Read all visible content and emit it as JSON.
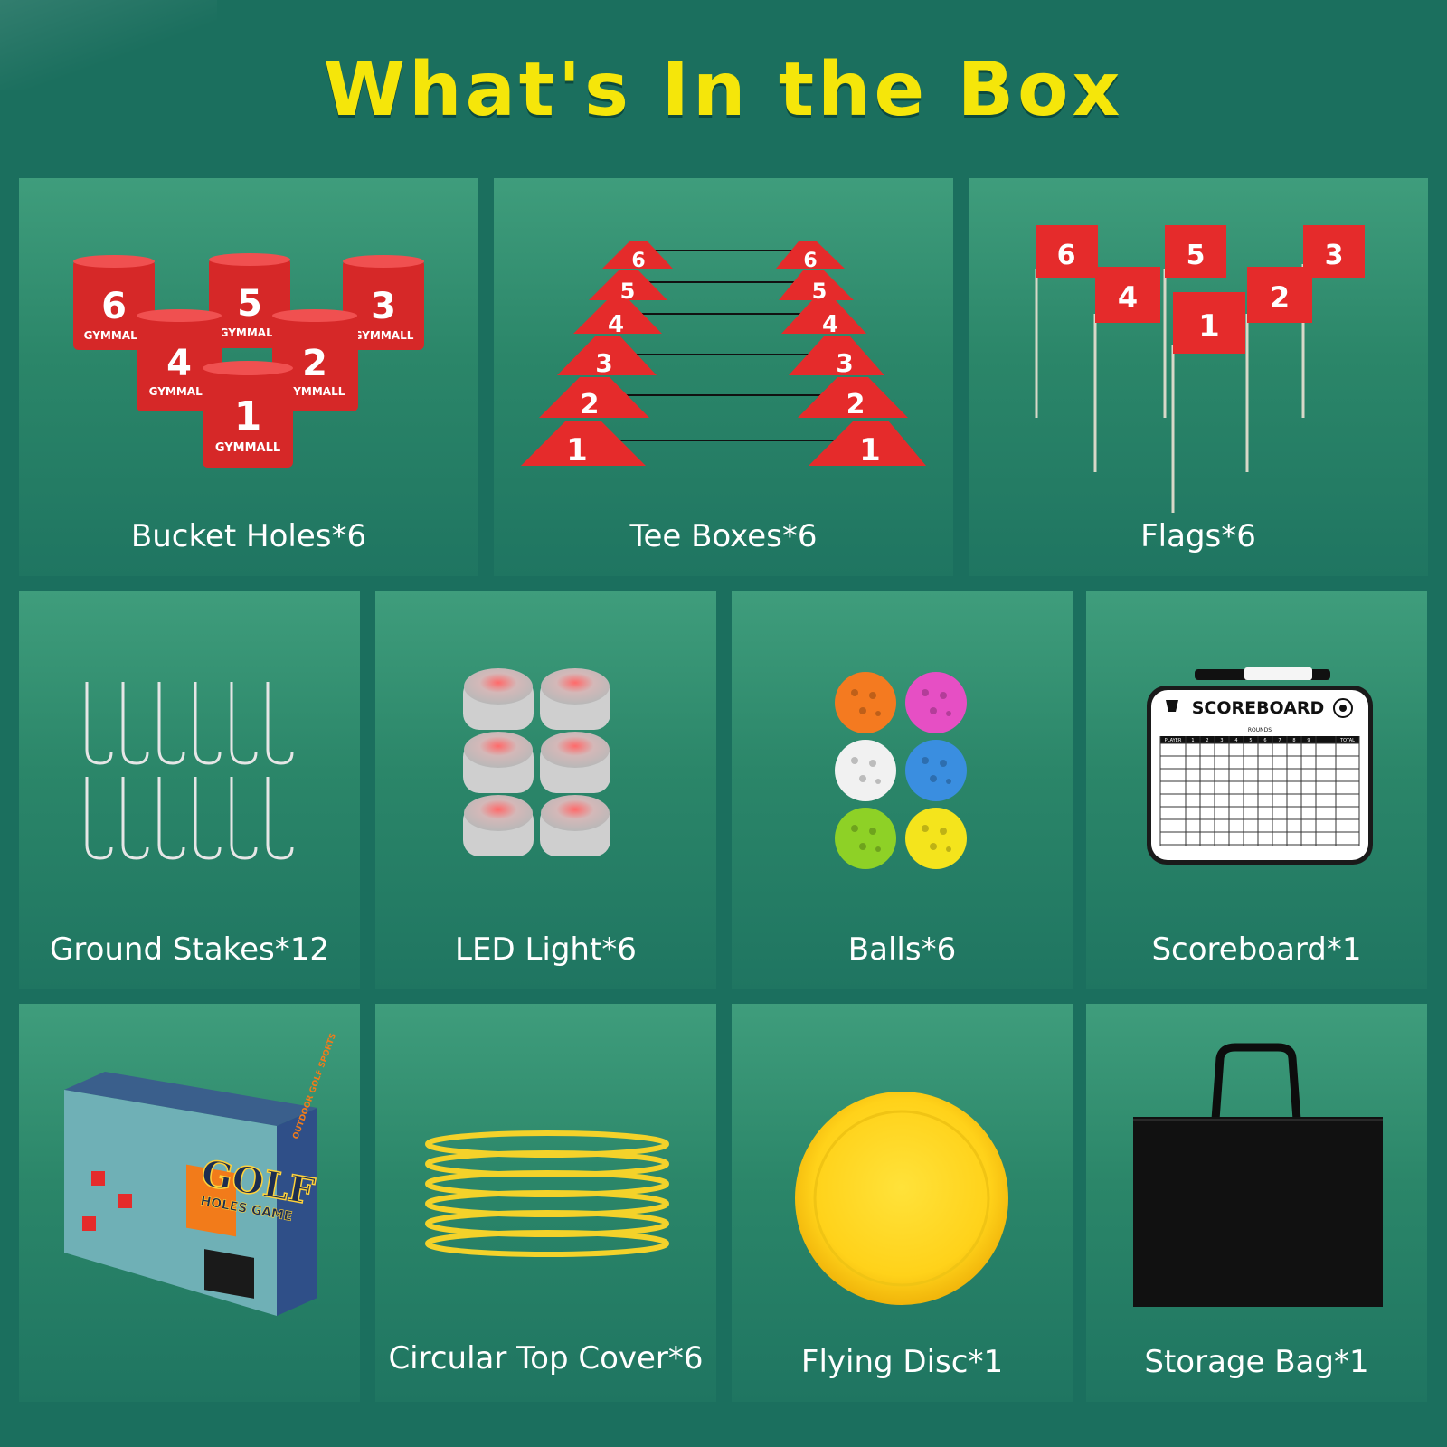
{
  "title": "What's In the Box",
  "colors": {
    "background": "#1b6f5e",
    "title": "#f5e60a",
    "tile": "#2b8669",
    "label": "#ffffff",
    "accent_red": "#e52b2b"
  },
  "items": [
    {
      "label": "Bucket Holes*6",
      "icon": "bucket-holes-icon",
      "numbers": [
        "6",
        "5",
        "3",
        "4",
        "2",
        "1"
      ],
      "brand": "GYMMALL"
    },
    {
      "label": "Tee Boxes*6",
      "icon": "tee-boxes-icon",
      "numbers": [
        "6",
        "5",
        "4",
        "3",
        "2",
        "1"
      ]
    },
    {
      "label": "Flags*6",
      "icon": "flags-icon",
      "numbers": [
        "6",
        "5",
        "3",
        "4",
        "2",
        "1"
      ]
    },
    {
      "label": "Ground Stakes*12",
      "icon": "ground-stakes-icon"
    },
    {
      "label": "LED Light*6",
      "icon": "led-light-icon"
    },
    {
      "label": "Balls*6",
      "icon": "balls-icon"
    },
    {
      "label": "Scoreboard*1",
      "icon": "scoreboard-icon",
      "board_title": "SCOREBOARD",
      "board_rounds": "ROUNDS",
      "board_player": "PLAYER",
      "board_total": "TOTAL",
      "board_columns": [
        "1",
        "2",
        "3",
        "4",
        "5",
        "6",
        "7",
        "8",
        "9"
      ]
    },
    {
      "label": "",
      "icon": "product-box-icon",
      "box_text": "GOLF",
      "box_subtext": "HOLES GAME",
      "box_side": "OUTDOOR GOLF SPORTS"
    },
    {
      "label": "Circular Top Cover*6",
      "icon": "circular-top-cover-icon"
    },
    {
      "label": "Flying Disc*1",
      "icon": "flying-disc-icon"
    },
    {
      "label": "Storage Bag*1",
      "icon": "storage-bag-icon"
    }
  ]
}
